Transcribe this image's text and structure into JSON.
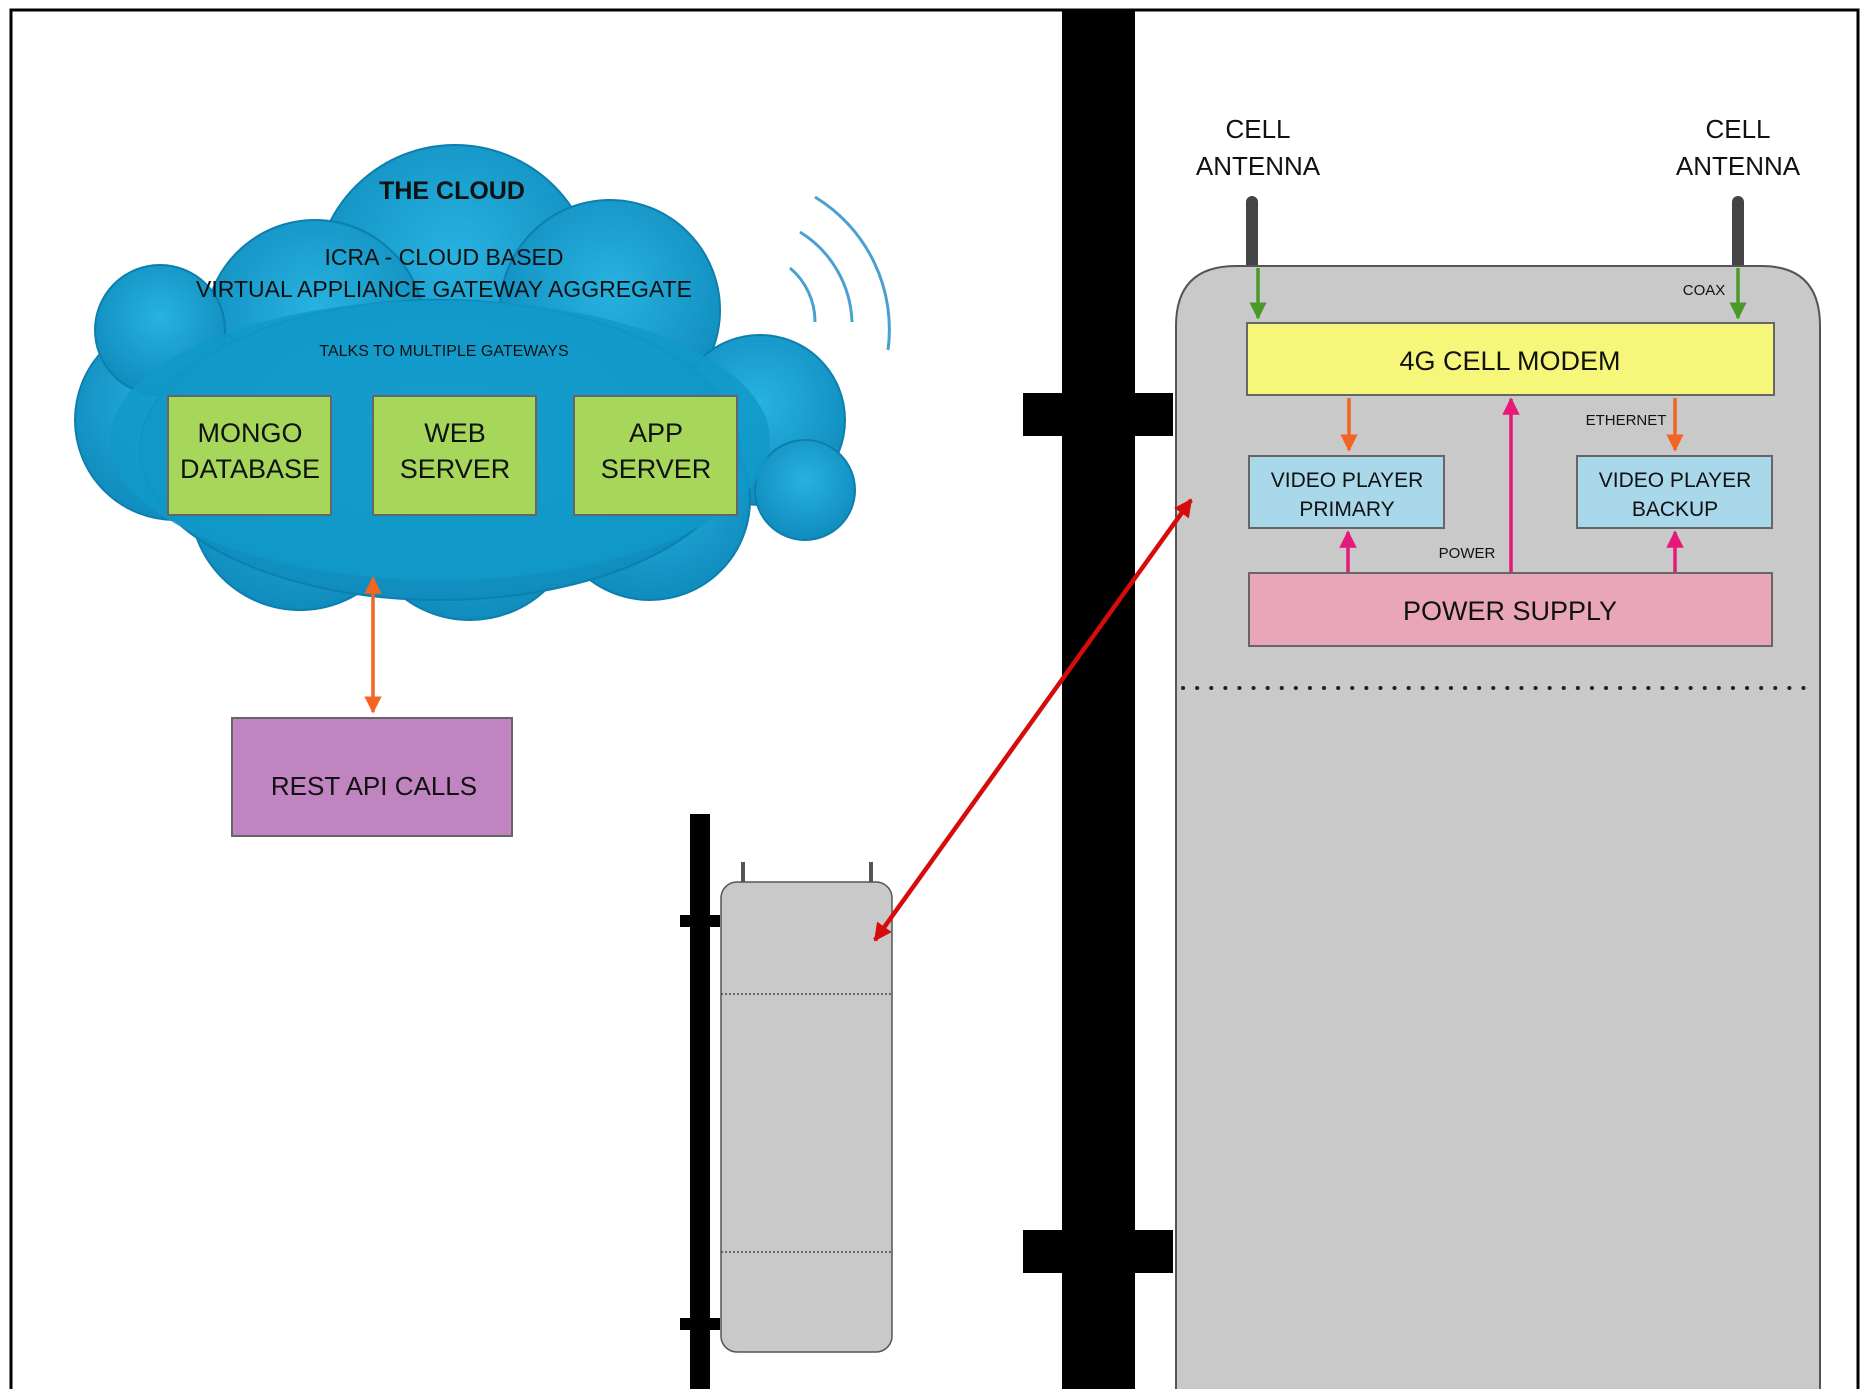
{
  "cloud": {
    "title": "THE CLOUD",
    "subtitle_line1": "ICRA - CLOUD BASED",
    "subtitle_line2": "VIRTUAL APPLIANCE GATEWAY AGGREGATE",
    "note": "TALKS TO MULTIPLE GATEWAYS",
    "boxes": [
      {
        "line1": "MONGO",
        "line2": "DATABASE"
      },
      {
        "line1": "WEB",
        "line2": "SERVER"
      },
      {
        "line1": "APP",
        "line2": "SERVER"
      }
    ]
  },
  "rest_api": {
    "label": "REST API CALLS"
  },
  "antennas": [
    {
      "line1": "CELL",
      "line2": "ANTENNA"
    },
    {
      "line1": "CELL",
      "line2": "ANTENNA"
    }
  ],
  "modem": {
    "label": "4G CELL  MODEM"
  },
  "video_primary": {
    "line1": "VIDEO PLAYER",
    "line2": "PRIMARY"
  },
  "video_backup": {
    "line1": "VIDEO PLAYER",
    "line2": "BACKUP"
  },
  "power_supply": {
    "label": "POWER SUPPLY"
  },
  "connection_labels": {
    "coax": "COAX",
    "ethernet": "ETHERNET",
    "power": "POWER"
  },
  "colors": {
    "cloud": "#1ea4d0",
    "cloud_box": "#a6d65a",
    "rest_api": "#c084c0",
    "modem": "#f6f77a",
    "video_player": "#a8d8ea",
    "power_supply": "#e9a6b8",
    "enclosure": "#c9c9c9",
    "ethernet_arrow": "#f26522",
    "coax_arrow": "#4a9a2a",
    "power_arrow": "#e6197a",
    "link_arrow": "#d60b0b",
    "signal_waves": "#4aa0d0"
  }
}
